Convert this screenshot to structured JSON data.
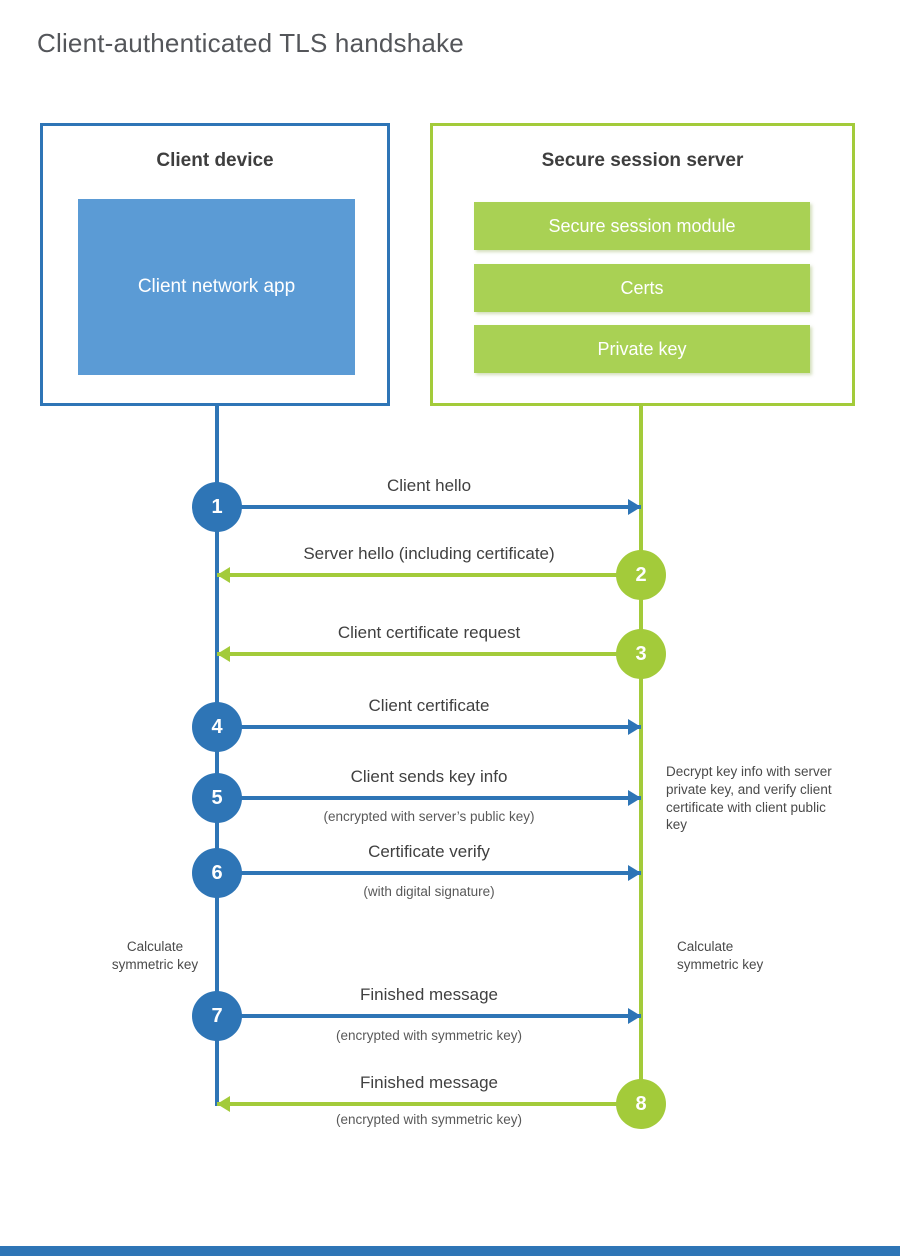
{
  "page": {
    "title": "Client-authenticated TLS handshake"
  },
  "colors": {
    "blue": "#2E75B6",
    "blue_light": "#5B9BD5",
    "green": "#A3CB3A",
    "green_bar": "#A9D154",
    "text": "#404040"
  },
  "client": {
    "title": "Client device",
    "app": "Client network app"
  },
  "server": {
    "title": "Secure session server",
    "modules": [
      "Secure session module",
      "Certs",
      "Private key"
    ]
  },
  "steps": [
    {
      "num": "1",
      "label": "Client hello",
      "direction": "client-to-server"
    },
    {
      "num": "2",
      "label": "Server hello (including certificate)",
      "direction": "server-to-client"
    },
    {
      "num": "3",
      "label": "Client certificate request",
      "direction": "server-to-client"
    },
    {
      "num": "4",
      "label": "Client certificate",
      "direction": "client-to-server"
    },
    {
      "num": "5",
      "label": "Client sends key info",
      "sub": "(encrypted with server’s public key)",
      "direction": "client-to-server"
    },
    {
      "num": "6",
      "label": "Certificate verify",
      "sub": "(with digital signature)",
      "direction": "client-to-server"
    },
    {
      "num": "7",
      "label": "Finished message",
      "sub": "(encrypted with symmetric key)",
      "direction": "client-to-server"
    },
    {
      "num": "8",
      "label": "Finished message",
      "sub": "(encrypted with symmetric key)",
      "direction": "server-to-client"
    }
  ],
  "notes": {
    "decrypt": "Decrypt key info with server private key, and verify client certificate with client public key",
    "calc_left": "Calculate symmetric key",
    "calc_right": "Calculate symmetric key"
  }
}
